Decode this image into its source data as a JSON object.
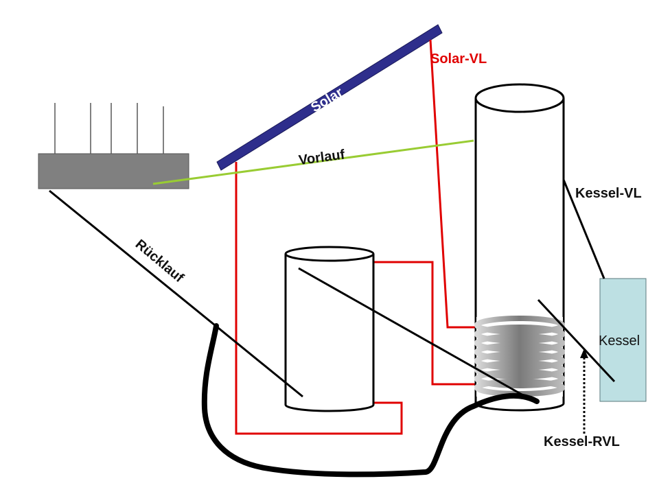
{
  "labels": {
    "solar": "Solar",
    "solar_vl": "Solar-VL",
    "vorlauf": "Vorlauf",
    "ruecklauf": "Rücklauf",
    "kessel_vl": "Kessel-VL",
    "kessel": "Kessel",
    "kessel_rvl": "Kessel-RVL"
  },
  "colors": {
    "solar_panel": "#2e2e8c",
    "solar_pipe": "#e00000",
    "vorlauf_pipe": "#99cc33",
    "return_pipe": "#000000",
    "radiator": "#808080",
    "boiler": "#bde0e3",
    "coil": "#8c8c8c"
  }
}
